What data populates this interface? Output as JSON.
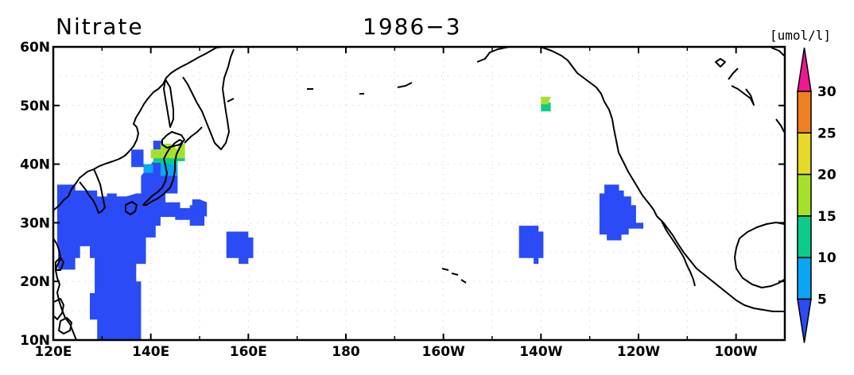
{
  "title": {
    "variable": "Nitrate",
    "date": "1986−3"
  },
  "colorbar": {
    "unit": "[umol/l]",
    "levels": [
      "5",
      "10",
      "15",
      "20",
      "25",
      "30"
    ],
    "colors": [
      "#2a4bf5",
      "#08a6f5",
      "#0ccc8a",
      "#a6e02a",
      "#e6d929",
      "#f07e23",
      "#ee1891"
    ]
  },
  "axes": {
    "x_ticks": [
      {
        "value": 120,
        "label": "120E"
      },
      {
        "value": 140,
        "label": "140E"
      },
      {
        "value": 160,
        "label": "160E"
      },
      {
        "value": 180,
        "label": "180"
      },
      {
        "value": 200,
        "label": "160W"
      },
      {
        "value": 220,
        "label": "140W"
      },
      {
        "value": 240,
        "label": "120W"
      },
      {
        "value": 260,
        "label": "100W"
      }
    ],
    "y_ticks": [
      {
        "value": 10,
        "label": "10N"
      },
      {
        "value": 20,
        "label": "20N"
      },
      {
        "value": 30,
        "label": "30N"
      },
      {
        "value": 40,
        "label": "40N"
      },
      {
        "value": 50,
        "label": "50N"
      },
      {
        "value": 60,
        "label": "60N"
      }
    ],
    "lon_range": [
      120,
      270
    ],
    "lat_range": [
      10,
      60
    ],
    "grid": "dotted"
  },
  "data_regions": [
    {
      "level": 0,
      "poly": [
        [
          120.8,
          36.5
        ],
        [
          124.5,
          36.5
        ],
        [
          124.5,
          35.5
        ],
        [
          129,
          35.5
        ],
        [
          129,
          34.5
        ],
        [
          131,
          34.5
        ],
        [
          131,
          35
        ],
        [
          133,
          35
        ],
        [
          133,
          34.5
        ],
        [
          135,
          34.5
        ],
        [
          137,
          35
        ],
        [
          138.5,
          35
        ],
        [
          141,
          35.5
        ],
        [
          141,
          36.5
        ],
        [
          143,
          36.5
        ],
        [
          143,
          33.5
        ],
        [
          146,
          33.5
        ],
        [
          146,
          32.5
        ],
        [
          148,
          32.5
        ],
        [
          148,
          33
        ],
        [
          151,
          33
        ],
        [
          151,
          29.5
        ],
        [
          148,
          29.5
        ],
        [
          148,
          30.5
        ],
        [
          145,
          30.5
        ],
        [
          145,
          31
        ],
        [
          142,
          31
        ],
        [
          142,
          29.5
        ],
        [
          141,
          29.5
        ],
        [
          141,
          27.5
        ],
        [
          139,
          27.5
        ],
        [
          139,
          23
        ],
        [
          137,
          23
        ],
        [
          137,
          20
        ],
        [
          138,
          20
        ],
        [
          138,
          10
        ],
        [
          129,
          10
        ],
        [
          129,
          13.5
        ],
        [
          127.5,
          13.5
        ],
        [
          127.5,
          18
        ],
        [
          128.5,
          18
        ],
        [
          128.5,
          24
        ],
        [
          127.5,
          24
        ],
        [
          127.5,
          26
        ],
        [
          125.5,
          26
        ],
        [
          125.5,
          24
        ],
        [
          124.5,
          24
        ],
        [
          124.5,
          22
        ],
        [
          121,
          22
        ],
        [
          121,
          26.5
        ],
        [
          120.8,
          26.5
        ]
      ]
    },
    {
      "level": 0,
      "poly": [
        [
          138,
          35
        ],
        [
          145.5,
          35
        ],
        [
          145.5,
          38.5
        ],
        [
          144,
          38.5
        ],
        [
          144,
          42
        ],
        [
          142,
          42
        ],
        [
          140,
          40
        ],
        [
          138,
          38
        ]
      ]
    },
    {
      "level": 0,
      "poly": [
        [
          136,
          39.5
        ],
        [
          138.5,
          39.5
        ],
        [
          138.5,
          42.5
        ],
        [
          136,
          42.5
        ]
      ]
    },
    {
      "level": 0,
      "poly": [
        [
          140.5,
          42.5
        ],
        [
          142.5,
          42.5
        ],
        [
          142.5,
          44
        ],
        [
          140.5,
          44
        ]
      ]
    },
    {
      "level": 0,
      "poly": [
        [
          155.5,
          24
        ],
        [
          158,
          24
        ],
        [
          158,
          23
        ],
        [
          160,
          23
        ],
        [
          160,
          24
        ],
        [
          161,
          24
        ],
        [
          161,
          27.5
        ],
        [
          160,
          27.5
        ],
        [
          160,
          28.5
        ],
        [
          155.5,
          28.5
        ]
      ]
    },
    {
      "level": 0,
      "poly": [
        [
          148.5,
          32.5
        ],
        [
          150,
          31.5
        ],
        [
          151.5,
          31
        ],
        [
          151.5,
          33.5
        ],
        [
          150,
          34
        ],
        [
          148.5,
          34
        ]
      ]
    },
    {
      "level": 0,
      "poly": [
        [
          215.5,
          24
        ],
        [
          218.5,
          24
        ],
        [
          218.5,
          23
        ],
        [
          219.5,
          23
        ],
        [
          219.5,
          24
        ],
        [
          220.5,
          24
        ],
        [
          220.5,
          28.5
        ],
        [
          219.5,
          28.5
        ],
        [
          219.5,
          29.5
        ],
        [
          215.5,
          29.5
        ]
      ]
    },
    {
      "level": 0,
      "poly": [
        [
          232,
          28
        ],
        [
          233.5,
          28
        ],
        [
          233.5,
          27
        ],
        [
          236.5,
          27
        ],
        [
          236.5,
          28
        ],
        [
          238,
          28
        ],
        [
          238,
          29
        ],
        [
          241,
          29
        ],
        [
          241,
          30
        ],
        [
          239.5,
          30
        ],
        [
          239.5,
          33
        ],
        [
          238.5,
          33
        ],
        [
          238.5,
          34.5
        ],
        [
          237,
          34.5
        ],
        [
          237,
          35.5
        ],
        [
          236,
          35.5
        ],
        [
          236,
          36.5
        ],
        [
          233,
          36.5
        ],
        [
          233,
          35
        ],
        [
          232,
          35
        ]
      ]
    },
    {
      "level": 1,
      "poly": [
        [
          142,
          38
        ],
        [
          145.5,
          38
        ],
        [
          145.5,
          40
        ],
        [
          144,
          40
        ],
        [
          142,
          40
        ]
      ]
    },
    {
      "level": 1,
      "poly": [
        [
          138.5,
          38.5
        ],
        [
          140.5,
          38.5
        ],
        [
          140.5,
          40
        ],
        [
          138.5,
          40
        ]
      ]
    },
    {
      "level": 2,
      "poly": [
        [
          142,
          40
        ],
        [
          145.5,
          40
        ],
        [
          145.5,
          41
        ],
        [
          142,
          41
        ]
      ]
    },
    {
      "level": 2,
      "poly": [
        [
          140.5,
          40.2
        ],
        [
          142,
          40.2
        ],
        [
          142,
          41.3
        ],
        [
          140.5,
          41.3
        ]
      ]
    },
    {
      "level": 2,
      "poly": [
        [
          144,
          40.5
        ],
        [
          147,
          40.5
        ],
        [
          147,
          42
        ],
        [
          144,
          42
        ]
      ]
    },
    {
      "level": 3,
      "poly": [
        [
          142,
          41
        ],
        [
          145.5,
          41
        ],
        [
          145.5,
          42.5
        ],
        [
          144,
          43.5
        ],
        [
          142,
          43.5
        ]
      ]
    },
    {
      "level": 3,
      "poly": [
        [
          145.5,
          41
        ],
        [
          147,
          41
        ],
        [
          147,
          43.5
        ],
        [
          145.5,
          43.5
        ]
      ]
    },
    {
      "level": 3,
      "poly": [
        [
          140,
          41
        ],
        [
          142,
          41
        ],
        [
          142,
          42.5
        ],
        [
          140,
          42.5
        ]
      ]
    },
    {
      "level": 2,
      "poly": [
        [
          220,
          49
        ],
        [
          222,
          49
        ],
        [
          222,
          50.5
        ],
        [
          220,
          50.5
        ]
      ]
    },
    {
      "level": 3,
      "poly": [
        [
          220,
          50.2
        ],
        [
          221.5,
          50.2
        ],
        [
          222,
          51.5
        ],
        [
          220,
          51.5
        ]
      ]
    }
  ]
}
